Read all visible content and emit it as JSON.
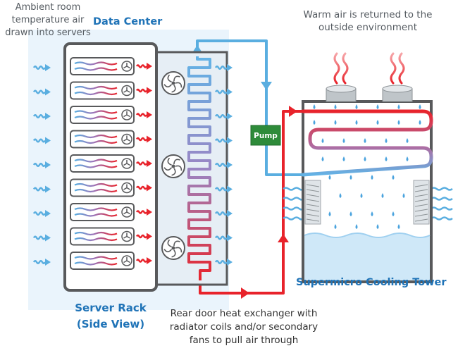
{
  "labels": {
    "ambient_1": "Ambient room",
    "ambient_2": "temperature air",
    "ambient_3": "drawn into servers",
    "data_center": "Data Center",
    "warm_1": "Warm air is returned to the",
    "warm_2": "outside environment",
    "pump": "Pump",
    "cooling_tower": "Supermicro Cooling Tower",
    "server_rack_1": "Server Rack",
    "server_rack_2": "(Side View)",
    "rear_door_1": "Rear door heat exchanger with",
    "rear_door_2": "radiator coils and/or secondary",
    "rear_door_3": "fans to pull air through"
  },
  "colors": {
    "hot": "#e8232b",
    "cold": "#5aaee0",
    "pump_green": "#2e8b3a",
    "label_blue": "#1f73b7",
    "frame_gray": "#58595b",
    "datacenter_bg": "#eaf4fc"
  },
  "server_count": 9,
  "fan_count": 3
}
